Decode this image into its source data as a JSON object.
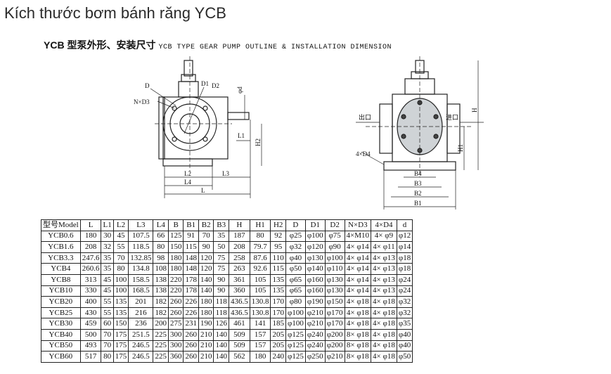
{
  "page": {
    "title": "Kích thước bơm bánh răng YCB",
    "subtitle_cn": "YCB 型泵外形、安装尺寸",
    "subtitle_en": "YCB TYPE GEAR PUMP OUTLINE & INSTALLATION DIMENSION"
  },
  "drawing_left": {
    "labels": {
      "D": "D",
      "D1": "D1",
      "D2": "D2",
      "NxD3": "N×D3",
      "phid": "φd",
      "L1": "L1",
      "H2": "H2",
      "L2": "L2",
      "L3": "L3",
      "L4": "L4",
      "L": "L"
    }
  },
  "drawing_right": {
    "labels": {
      "outlet": "出口",
      "inlet": "进口",
      "H": "H",
      "H1": "H1",
      "fourD4": "4×D4",
      "B4": "B4",
      "B3": "B3",
      "B2": "B2",
      "B1": "B1"
    }
  },
  "table": {
    "headers": [
      "型号Model",
      "L",
      "L1",
      "L2",
      "L3",
      "L4",
      "B",
      "B1",
      "B2",
      "B3",
      "H",
      "H1",
      "H2",
      "D",
      "D1",
      "D2",
      "N×D3",
      "4×D4",
      "d"
    ],
    "rows": [
      [
        "YCB0.6",
        "180",
        "30",
        "45",
        "107.5",
        "66",
        "125",
        "91",
        "70",
        "35",
        "187",
        "80",
        "92",
        "φ25",
        "φ100",
        "φ75",
        "4×M10",
        "4× φ9",
        "φ12"
      ],
      [
        "YCB1.6",
        "208",
        "32",
        "55",
        "118.5",
        "80",
        "150",
        "115",
        "90",
        "50",
        "208",
        "79.7",
        "95",
        "φ32",
        "φ120",
        "φ90",
        "4× φ14",
        "4× φ11",
        "φ14"
      ],
      [
        "YCB3.3",
        "247.6",
        "35",
        "70",
        "132.85",
        "98",
        "180",
        "148",
        "120",
        "75",
        "258",
        "87.6",
        "110",
        "φ40",
        "φ130",
        "φ100",
        "4× φ14",
        "4× φ13",
        "φ18"
      ],
      [
        "YCB4",
        "260.6",
        "35",
        "80",
        "134.8",
        "108",
        "180",
        "148",
        "120",
        "75",
        "263",
        "92.6",
        "115",
        "φ50",
        "φ140",
        "φ110",
        "4× φ14",
        "4× φ13",
        "φ18"
      ],
      [
        "YCB8",
        "313",
        "45",
        "100",
        "158.5",
        "138",
        "220",
        "178",
        "140",
        "90",
        "361",
        "105",
        "135",
        "φ65",
        "φ160",
        "φ130",
        "4× φ14",
        "4× φ13",
        "φ24"
      ],
      [
        "YCB10",
        "330",
        "45",
        "100",
        "168.5",
        "138",
        "220",
        "178",
        "140",
        "90",
        "360",
        "105",
        "135",
        "φ65",
        "φ160",
        "φ130",
        "4× φ14",
        "4× φ13",
        "φ24"
      ],
      [
        "YCB20",
        "400",
        "55",
        "135",
        "201",
        "182",
        "260",
        "226",
        "180",
        "118",
        "436.5",
        "130.8",
        "170",
        "φ80",
        "φ190",
        "φ150",
        "4× φ18",
        "4× φ18",
        "φ32"
      ],
      [
        "YCB25",
        "430",
        "55",
        "135",
        "216",
        "182",
        "260",
        "226",
        "180",
        "118",
        "436.5",
        "130.8",
        "170",
        "φ100",
        "φ210",
        "φ170",
        "4× φ18",
        "4× φ18",
        "φ32"
      ],
      [
        "YCB30",
        "459",
        "60",
        "150",
        "236",
        "200",
        "275",
        "231",
        "190",
        "126",
        "461",
        "141",
        "185",
        "φ100",
        "φ210",
        "φ170",
        "4× φ18",
        "4× φ18",
        "φ35"
      ],
      [
        "YCB40",
        "500",
        "70",
        "175",
        "251.5",
        "225",
        "300",
        "260",
        "210",
        "140",
        "509",
        "157",
        "205",
        "φ125",
        "φ240",
        "φ200",
        "8× φ18",
        "4× φ18",
        "φ40"
      ],
      [
        "YCB50",
        "493",
        "70",
        "175",
        "246.5",
        "225",
        "300",
        "260",
        "210",
        "140",
        "509",
        "157",
        "205",
        "φ125",
        "φ240",
        "φ200",
        "8× φ18",
        "4× φ18",
        "φ40"
      ],
      [
        "YCB60",
        "517",
        "80",
        "175",
        "246.5",
        "225",
        "360",
        "260",
        "210",
        "140",
        "562",
        "180",
        "240",
        "φ125",
        "φ250",
        "φ210",
        "8× φ18",
        "4× φ18",
        "φ50"
      ]
    ]
  }
}
